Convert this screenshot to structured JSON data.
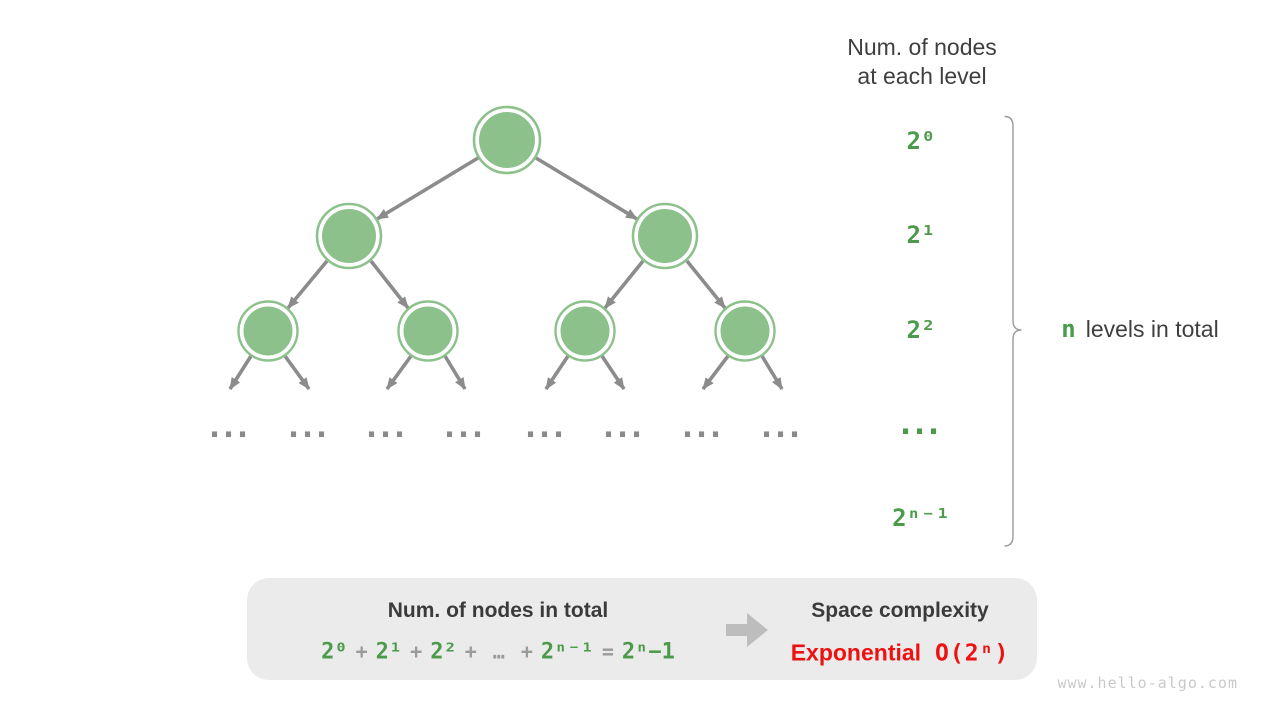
{
  "header": {
    "line1": "Num. of nodes",
    "line2": "at each level"
  },
  "level_labels": [
    "2⁰",
    "2¹",
    "2²",
    "…",
    "2ⁿ⁻¹"
  ],
  "tree": {
    "ellipsis": "..."
  },
  "brace_label": {
    "n": "n",
    "text": "levels in total"
  },
  "summary_box": {
    "left_title": "Num. of nodes in total",
    "formula_tokens": [
      "2⁰",
      "+",
      "2¹",
      "+",
      "2²",
      "+",
      "…",
      "+",
      "2ⁿ⁻¹",
      "=",
      "2ⁿ−1"
    ],
    "right_title": "Space complexity",
    "complexity_name": "Exponential",
    "complexity_notation": "O(2ⁿ)"
  },
  "watermark": "www.hello-algo.com",
  "colors": {
    "node_green": "#8cc18c",
    "green_text": "#4b9b4b",
    "edge_gray": "#8c8c8c",
    "red": "#ee1111",
    "box_bg": "#ebebeb",
    "dark_text": "#3d3d3d"
  }
}
